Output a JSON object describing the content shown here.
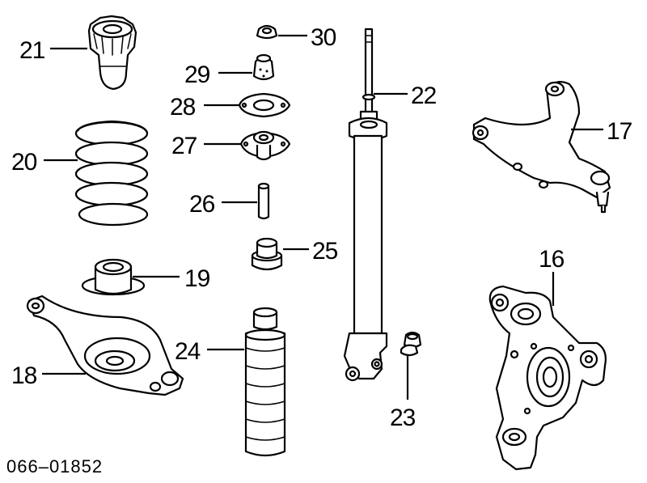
{
  "diagram": {
    "code": "066–01852",
    "callouts": {
      "p16": "16",
      "p17": "17",
      "p18": "18",
      "p19": "19",
      "p20": "20",
      "p21": "21",
      "p22": "22",
      "p23": "23",
      "p24": "24",
      "p25": "25",
      "p26": "26",
      "p27": "27",
      "p28": "28",
      "p29": "29",
      "p30": "30"
    }
  }
}
